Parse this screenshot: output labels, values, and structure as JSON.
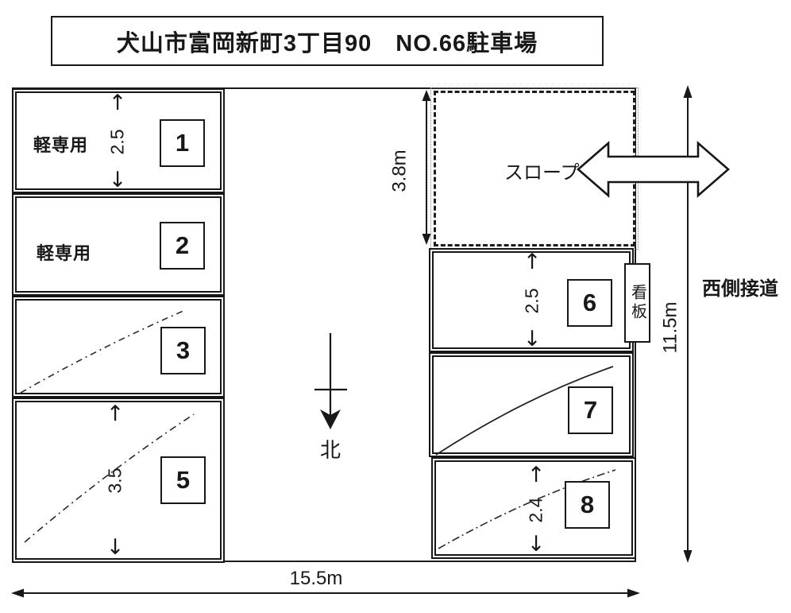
{
  "title": "犬山市富岡新町3丁目90　NO.66駐車場",
  "compass": {
    "label": "北"
  },
  "road": {
    "label": "西側接道"
  },
  "slope": {
    "label": "スロープ",
    "depth_label": "3.8m"
  },
  "signboard": {
    "label": "看板"
  },
  "lot": {
    "width_label": "15.5m",
    "height_label": "11.5m"
  },
  "glyphs": {
    "up_arrow": "↑",
    "down_arrow": "↓"
  },
  "stalls": [
    {
      "number": "1",
      "type_label": "軽専用",
      "width_label": "2.5"
    },
    {
      "number": "2",
      "type_label": "軽専用"
    },
    {
      "number": "3"
    },
    {
      "number": "5",
      "width_label": "3.5"
    },
    {
      "number": "6",
      "width_label": "2.5"
    },
    {
      "number": "7"
    },
    {
      "number": "8",
      "width_label": "2.4"
    }
  ],
  "colors": {
    "ink": "#181818",
    "background": "#ffffff"
  }
}
